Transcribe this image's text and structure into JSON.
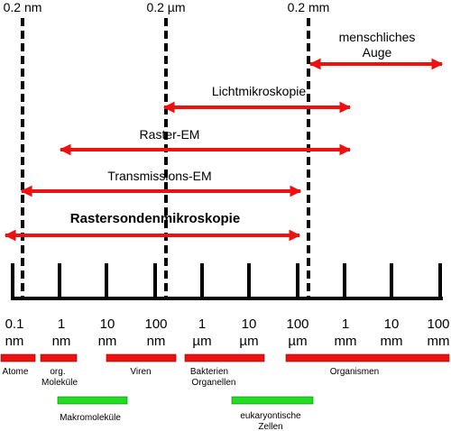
{
  "colors": {
    "arrow": "#ee1111",
    "bar_red": "#ee1111",
    "bar_green": "#22dd22",
    "line": "#000000"
  },
  "top_labels": [
    "0.2 nm",
    "0.2 µm",
    "0.2 mm"
  ],
  "arrows": [
    {
      "label_lines": [
        "menschliches",
        "Auge"
      ]
    },
    {
      "label_lines": [
        "Lichtmikroskopie"
      ]
    },
    {
      "label_lines": [
        "Raster-EM"
      ]
    },
    {
      "label_lines": [
        "Transmissions-EM"
      ]
    },
    {
      "label_lines": [
        "Rastersondenmikroskopie"
      ]
    }
  ],
  "scale": [
    {
      "value": "0.1",
      "unit": "nm"
    },
    {
      "value": "1",
      "unit": "nm"
    },
    {
      "value": "10",
      "unit": "nm"
    },
    {
      "value": "100",
      "unit": "nm"
    },
    {
      "value": "1",
      "unit": "µm"
    },
    {
      "value": "10",
      "unit": "µm"
    },
    {
      "value": "100",
      "unit": "µm"
    },
    {
      "value": "1",
      "unit": "mm"
    },
    {
      "value": "10",
      "unit": "mm"
    },
    {
      "value": "100",
      "unit": "mm"
    }
  ],
  "objects": [
    {
      "label_lines": [
        "Atome"
      ]
    },
    {
      "label_lines": [
        "org.",
        "Moleküle"
      ]
    },
    {
      "label_lines": [
        "Viren"
      ]
    },
    {
      "label_lines": [
        "Bakterien",
        "Organellen"
      ]
    },
    {
      "label_lines": [
        "Organismen"
      ]
    },
    {
      "label_lines": [
        "Makromoleküle"
      ]
    },
    {
      "label_lines": [
        "eukaryontische",
        "Zellen"
      ]
    }
  ]
}
